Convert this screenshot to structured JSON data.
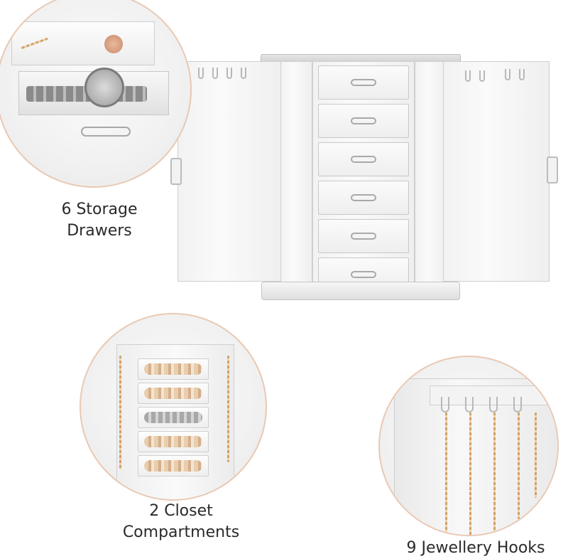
{
  "captions": {
    "storage": [
      "6 Storage",
      "Drawers"
    ],
    "closet": [
      "2 Closet",
      "Compartments"
    ],
    "hooks": "9 Jewellery Hooks"
  },
  "colors": {
    "circle_border": "#e9c9b3",
    "acrylic": "#f2f2f2",
    "gold": "#d1a26a"
  }
}
